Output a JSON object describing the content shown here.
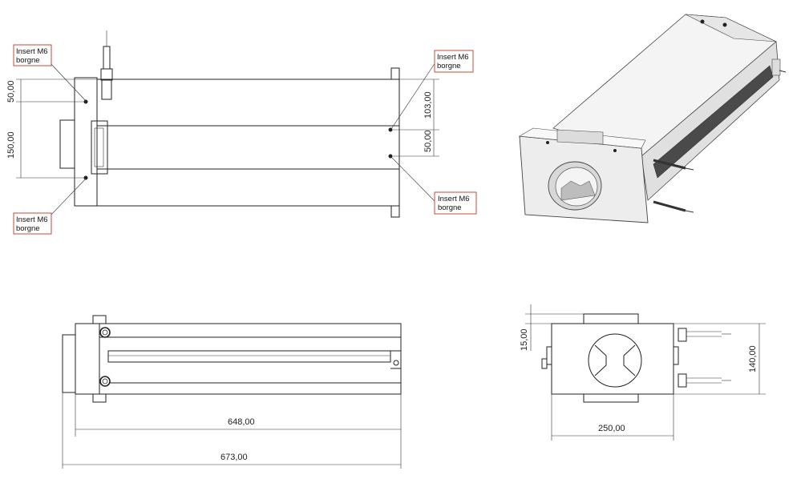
{
  "annotations": {
    "insert_label_line1": "Insert M6",
    "insert_label_line2": "borgne"
  },
  "dimensions": {
    "top_left_50": "50,00",
    "top_left_150": "150,00",
    "top_right_103": "103,00",
    "top_right_50": "50,00",
    "front_648": "648,00",
    "front_673": "673,00",
    "side_15": "15,00",
    "side_140": "140,00",
    "side_250": "250,00"
  },
  "colors": {
    "annotation_border": "#c0392b",
    "line": "#222222",
    "iso_light": "#f2f2f2",
    "iso_mid": "#dcdcdc",
    "iso_dark": "#555555"
  }
}
